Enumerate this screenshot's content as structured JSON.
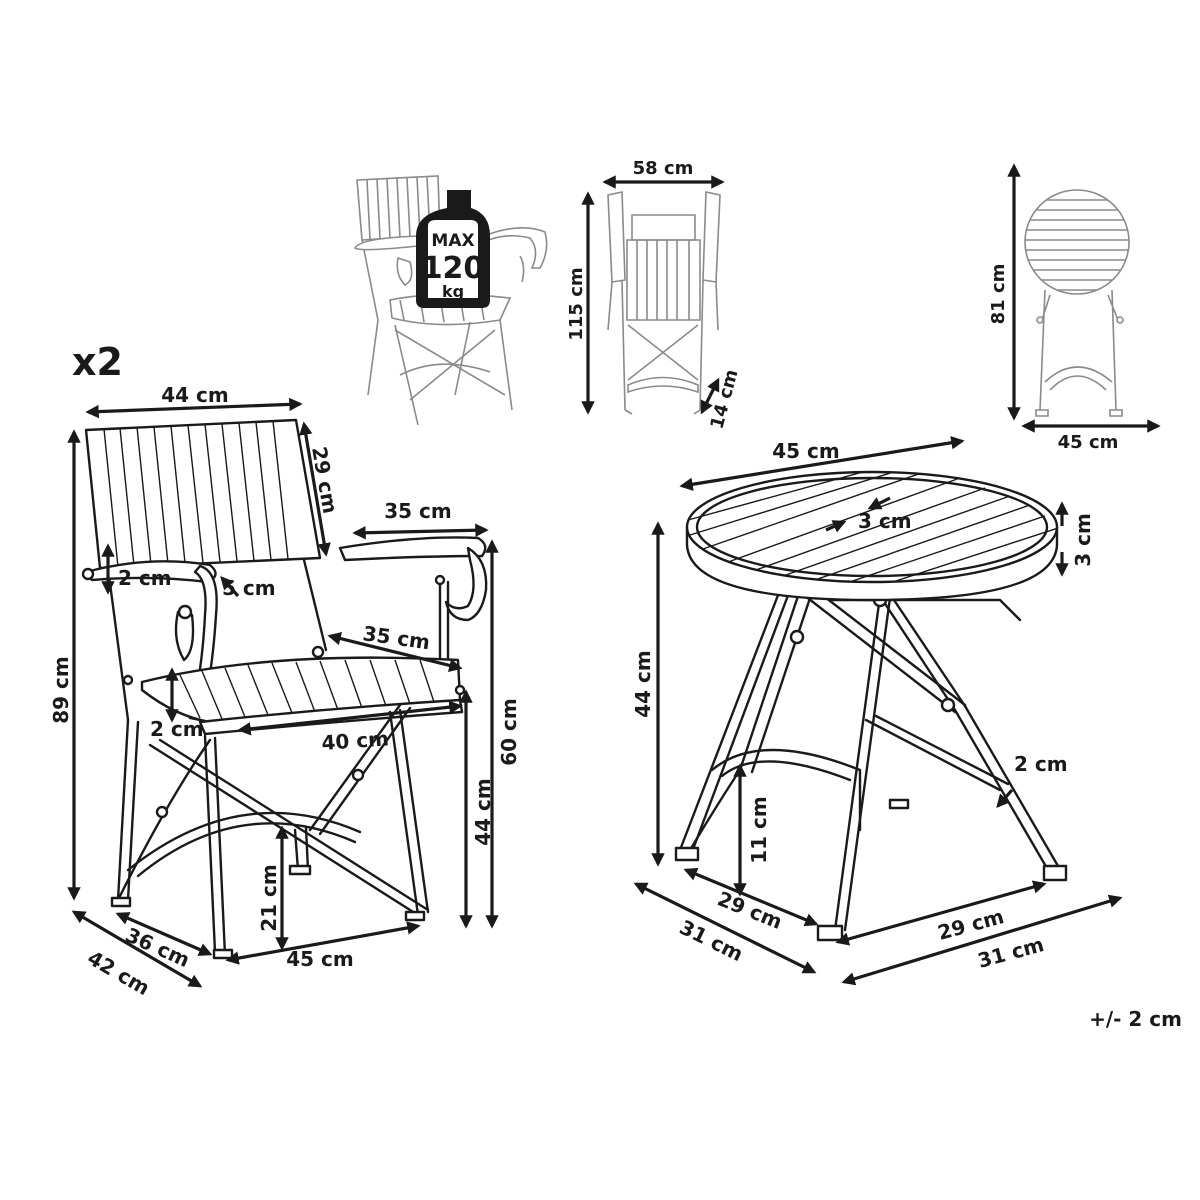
{
  "quantity_label": "x2",
  "weight_badge": {
    "line1": "MAX",
    "line2": "120",
    "line3": "kg"
  },
  "tolerance": "+/- 2 cm",
  "chair_dims": {
    "back_width": "44 cm",
    "back_height": "29 cm",
    "armrest_length": "35 cm",
    "armrest_thickness": "2 cm",
    "armrest_width": "5 cm",
    "seat_depth": "35 cm",
    "seat_thickness": "2 cm",
    "seat_width": "40 cm",
    "total_height": "89 cm",
    "arm_height": "60 cm",
    "seat_height": "44 cm",
    "stretcher_height": "21 cm",
    "base_front": "45 cm",
    "base_side_inner": "36 cm",
    "base_side_outer": "42 cm"
  },
  "folded_chair_dims": {
    "width": "58 cm",
    "height": "115 cm",
    "depth": "14 cm"
  },
  "folded_table_dims": {
    "height": "81 cm",
    "width": "45 cm"
  },
  "table_dims": {
    "diameter": "45 cm",
    "slat_width": "3 cm",
    "top_thickness": "3 cm",
    "height": "44 cm",
    "leg_width": "2 cm",
    "stretcher_height": "11 cm",
    "base_inner_left": "29 cm",
    "base_outer_left": "31 cm",
    "base_inner_right": "29 cm",
    "base_outer_right": "31 cm"
  }
}
